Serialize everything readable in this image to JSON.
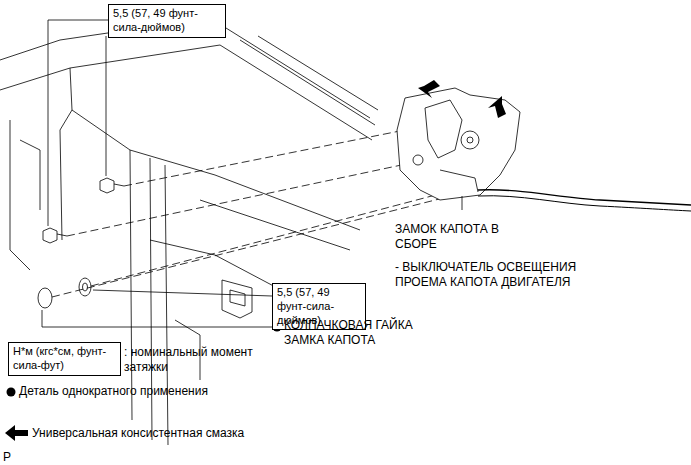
{
  "diagram": {
    "nodes": [
      {
        "text": [
          "5,5 (57, 49 фунт-сила-дюймов)"
        ]
      },
      {
        "text": [
          "5,5 (57, 49 фунт-сила-дюймов)"
        ]
      },
      {
        "text": [
          "Н*м (кгс*см, фунт-сила-фут)"
        ]
      }
    ],
    "edges": [],
    "labels": [
      "ЗАМОК КАПОТА В СБОРЕ",
      "- ВЫКЛЮЧАТЕЛЬ ОСВЕЩЕНИЯ ПРОЕМА КАПОТА ДВИГАТЕЛЯ",
      "КОЛПАЧКОВАЯ ГАЙКА ЗАМКА КАПОТА",
      "P"
    ],
    "legend": [
      {
        "text": ": номинальный момент затяжки"
      },
      {
        "text": "Деталь однократного применения"
      },
      {
        "text": "Универсальная консистентная смазка"
      }
    ]
  }
}
